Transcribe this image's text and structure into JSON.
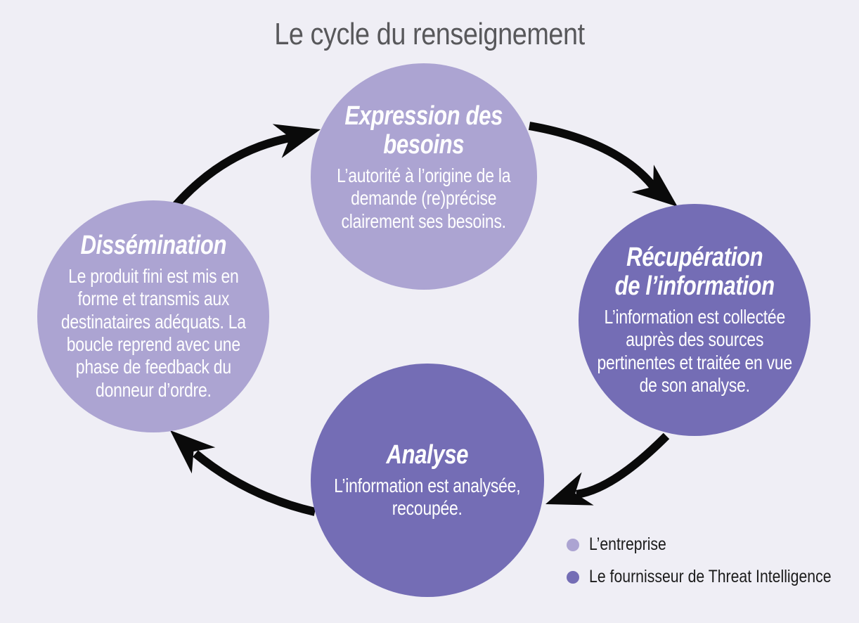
{
  "title": "Le cycle du renseignement",
  "steps": [
    {
      "name": "expression-des-besoins",
      "title": "Expression des\nbesoins",
      "description": "L’autorité à l’origine de la\ndemande (re)précise\nclairement ses besoins.",
      "actor": "entreprise"
    },
    {
      "name": "recuperation-de-l-information",
      "title": "Récupération\nde l’information",
      "description": "L’information est collectée\nauprès des sources\npertinentes et traitée en vue\nde son analyse.",
      "actor": "fournisseur"
    },
    {
      "name": "analyse",
      "title": "Analyse",
      "description": "L’information est analysée,\nrecoupée.",
      "actor": "fournisseur"
    },
    {
      "name": "dissemination",
      "title": "Dissémination",
      "description": "Le produit fini est mis en\nforme et transmis aux\ndestinataires adéquats. La\nboucle reprend avec une\nphase de feedback du\ndonneur d’ordre.",
      "actor": "entreprise"
    }
  ],
  "legend": {
    "items": [
      {
        "label": "L’entreprise",
        "color": "#ACA4D2"
      },
      {
        "label": "Le fournisseur de Threat Intelligence",
        "color": "#746DB5"
      }
    ]
  },
  "colors": {
    "background": "#EFEEF5",
    "actor_entreprise": "#ACA4D2",
    "actor_fournisseur": "#746DB5",
    "arrow": "#0A0A0A",
    "title_text": "#58585B",
    "legend_text": "#1B1B1B"
  }
}
